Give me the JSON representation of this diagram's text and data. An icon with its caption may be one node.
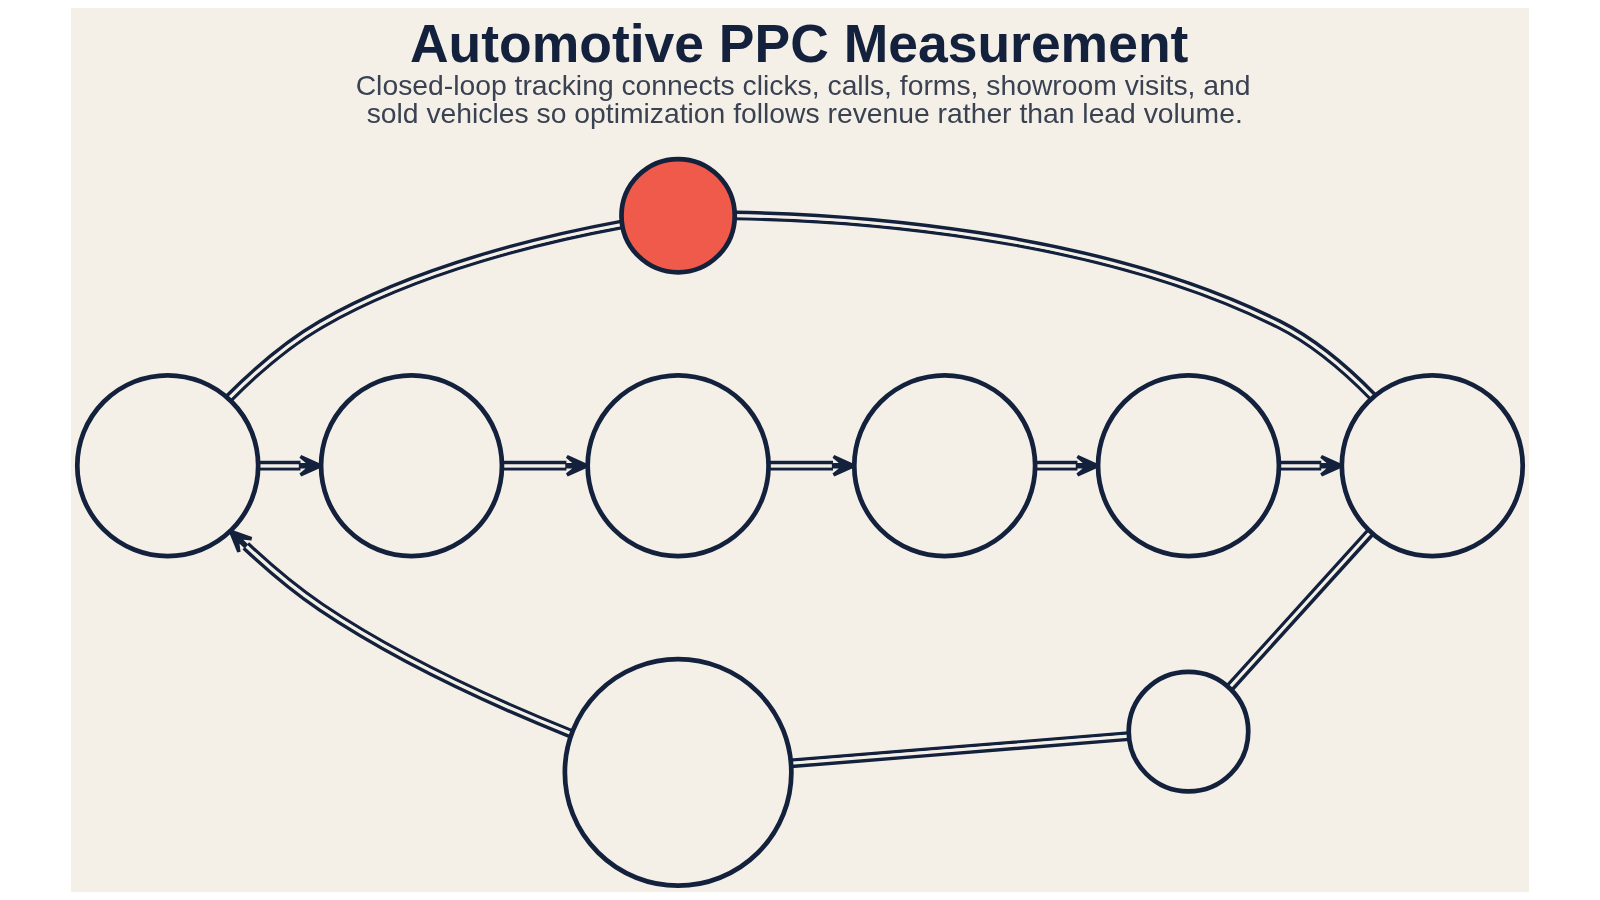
{
  "diagram": {
    "title": "Automotive PPC Measurement",
    "caption": "Closed-loop tracking connects clicks, calls, forms, showroom visits, and sold vehicles so optimization follows revenue rather than lead volume.",
    "nodes": [
      {
        "text": [],
        "shape": "circle"
      },
      {
        "text": [],
        "shape": "circle"
      },
      {
        "text": [],
        "shape": "circle"
      },
      {
        "text": [],
        "shape": "circle"
      },
      {
        "text": [],
        "shape": "circle"
      },
      {
        "text": [],
        "shape": "circle"
      },
      {
        "text": [],
        "shape": "circle"
      },
      {
        "text": [],
        "shape": "circle"
      },
      {
        "text": [],
        "shape": "circle"
      }
    ],
    "edges": [
      {
        "from": 1,
        "to": 2,
        "arrow": "to"
      },
      {
        "from": 2,
        "to": 3,
        "arrow": "to"
      },
      {
        "from": 3,
        "to": 4,
        "arrow": "to"
      },
      {
        "from": 4,
        "to": 5,
        "arrow": "to"
      },
      {
        "from": 5,
        "to": 6,
        "arrow": "to"
      },
      {
        "from": 1,
        "to": 0,
        "arrow": "none"
      },
      {
        "from": 0,
        "to": 6,
        "arrow": "none"
      },
      {
        "from": 6,
        "to": 8,
        "arrow": "none"
      },
      {
        "from": 8,
        "to": 7,
        "arrow": "none"
      },
      {
        "from": 7,
        "to": 1,
        "arrow": "to"
      }
    ]
  }
}
